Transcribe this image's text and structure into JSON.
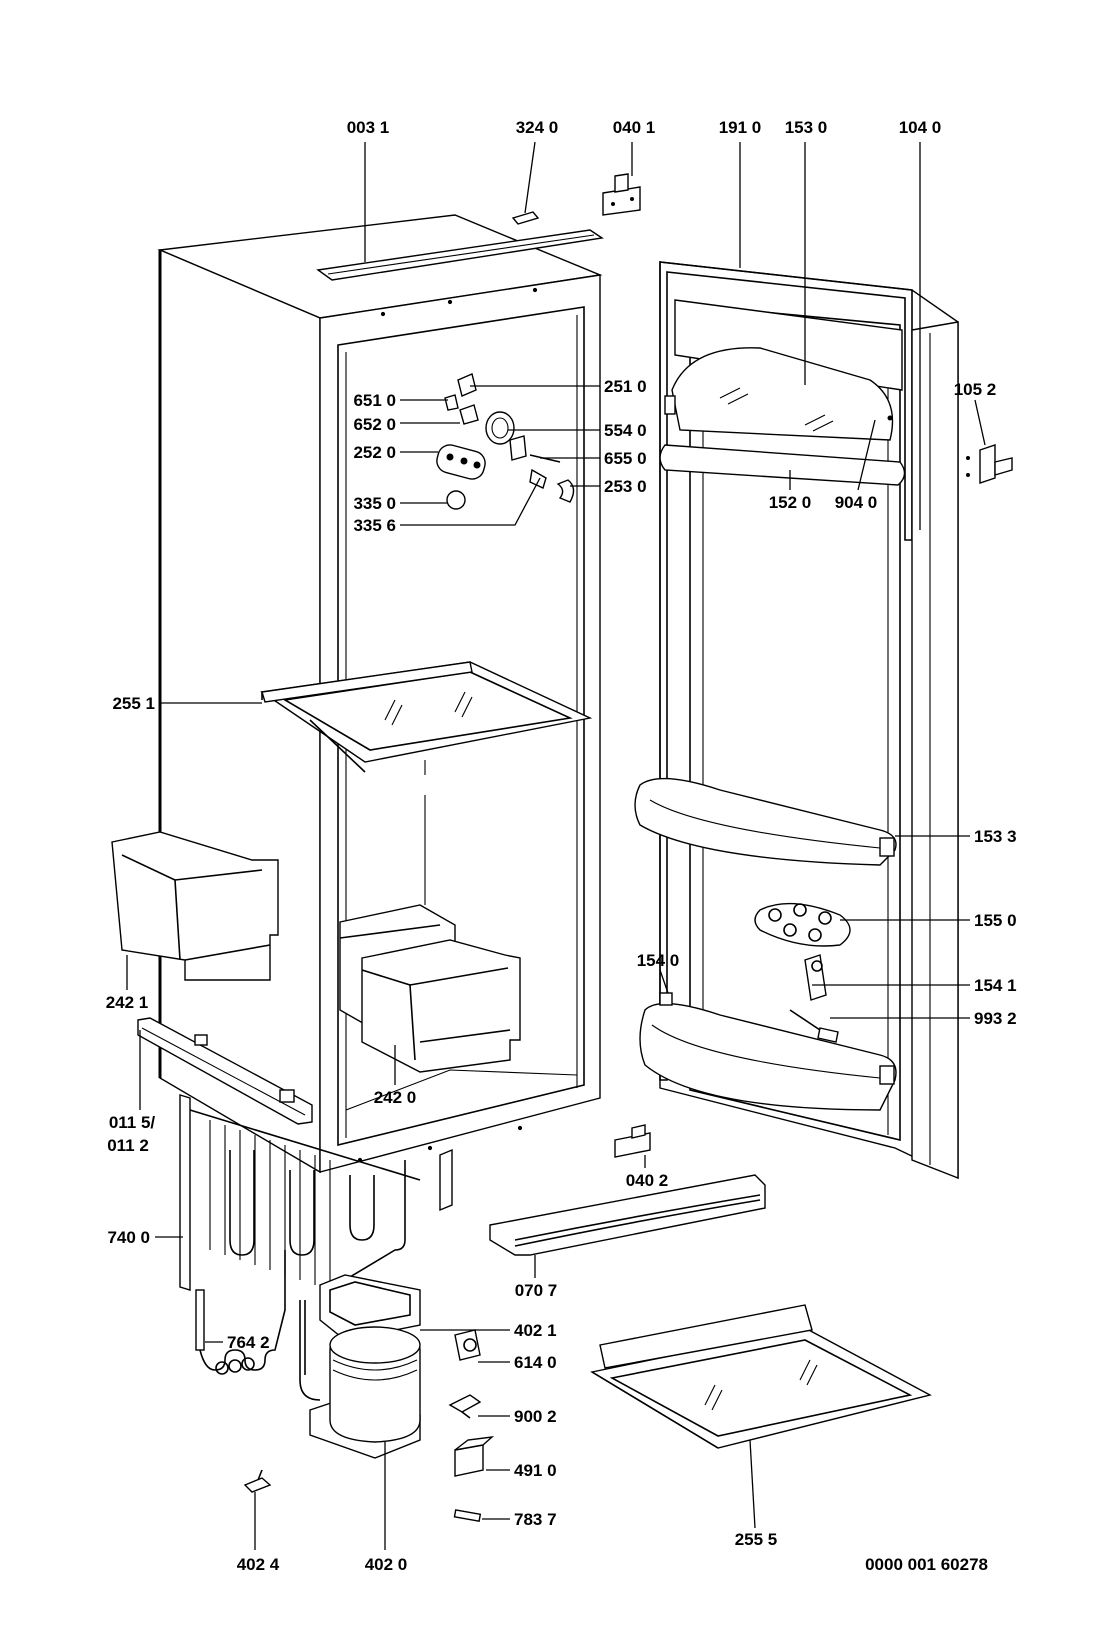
{
  "diagram": {
    "drawing_number": "0000 001 60278",
    "parts": {
      "p0031": "003 1",
      "p3240": "324 0",
      "p0401": "040 1",
      "p1910": "191 0",
      "p1530": "153 0",
      "p1040": "104 0",
      "p1052": "105 2",
      "p2510": "251 0",
      "p6510": "651 0",
      "p6520": "652 0",
      "p5540": "554 0",
      "p2520": "252 0",
      "p6550": "655 0",
      "p2530": "253 0",
      "p3350": "335 0",
      "p3356": "335 6",
      "p1520": "152 0",
      "p9040": "904 0",
      "p2551": "255 1",
      "p1533": "153 3",
      "p1550": "155 0",
      "p1540": "154 0",
      "p1541": "154 1",
      "p9932": "993 2",
      "p2421": "242 1",
      "p2420": "242 0",
      "p0115": "011 5/",
      "p0112": "011 2",
      "p0402": "040 2",
      "p7400": "740 0",
      "p0707": "070 7",
      "p7642": "764 2",
      "p4021": "402 1",
      "p6140": "614 0",
      "p9002": "900 2",
      "p4910": "491 0",
      "p7837": "783 7",
      "p4024": "402 4",
      "p4020": "402 0",
      "p2555": "255 5"
    }
  }
}
